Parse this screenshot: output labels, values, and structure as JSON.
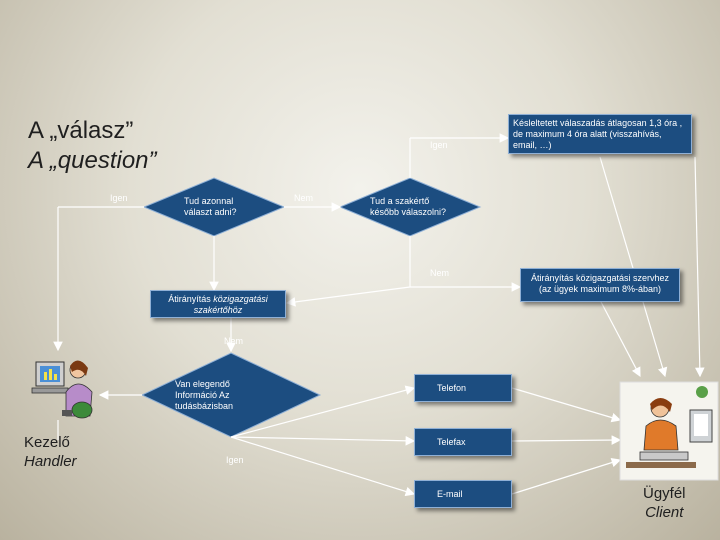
{
  "title": {
    "line1": "A „válasz”",
    "line2": "A „question”"
  },
  "boxes": {
    "delayed": "Késleltetett válaszadás átlagosan 1,3 óra , de maximum 4 óra alatt (visszahívás, email, …)",
    "redirect_admin": "Átirányítás közigazgatási szervhez (az ügyek maximum 8%-ában)",
    "redirect_expert_prefix": "Átirányítás ",
    "redirect_expert_italic": "közigazgatási szakértőhöz",
    "telefon": "Telefon",
    "telefax": "Telefax",
    "email": "E-mail"
  },
  "diamonds": {
    "answer_now": "Tud azonnal választ adni?",
    "expert_later": "Tud a szakértő később válaszolni?",
    "enough_info": "Van elegendő Információ Az tudásbázisban"
  },
  "labels": {
    "igen_top": "Igen",
    "igen_left": "Igen",
    "nem_top": "Nem",
    "nem_mid": "Nem",
    "nem_lower": "Nem",
    "igen_bottom": "Igen"
  },
  "people": {
    "handler": {
      "line1": "Kezelő",
      "line2": "Handler"
    },
    "client": {
      "line1": "Ügyfél",
      "line2": "Client"
    }
  }
}
